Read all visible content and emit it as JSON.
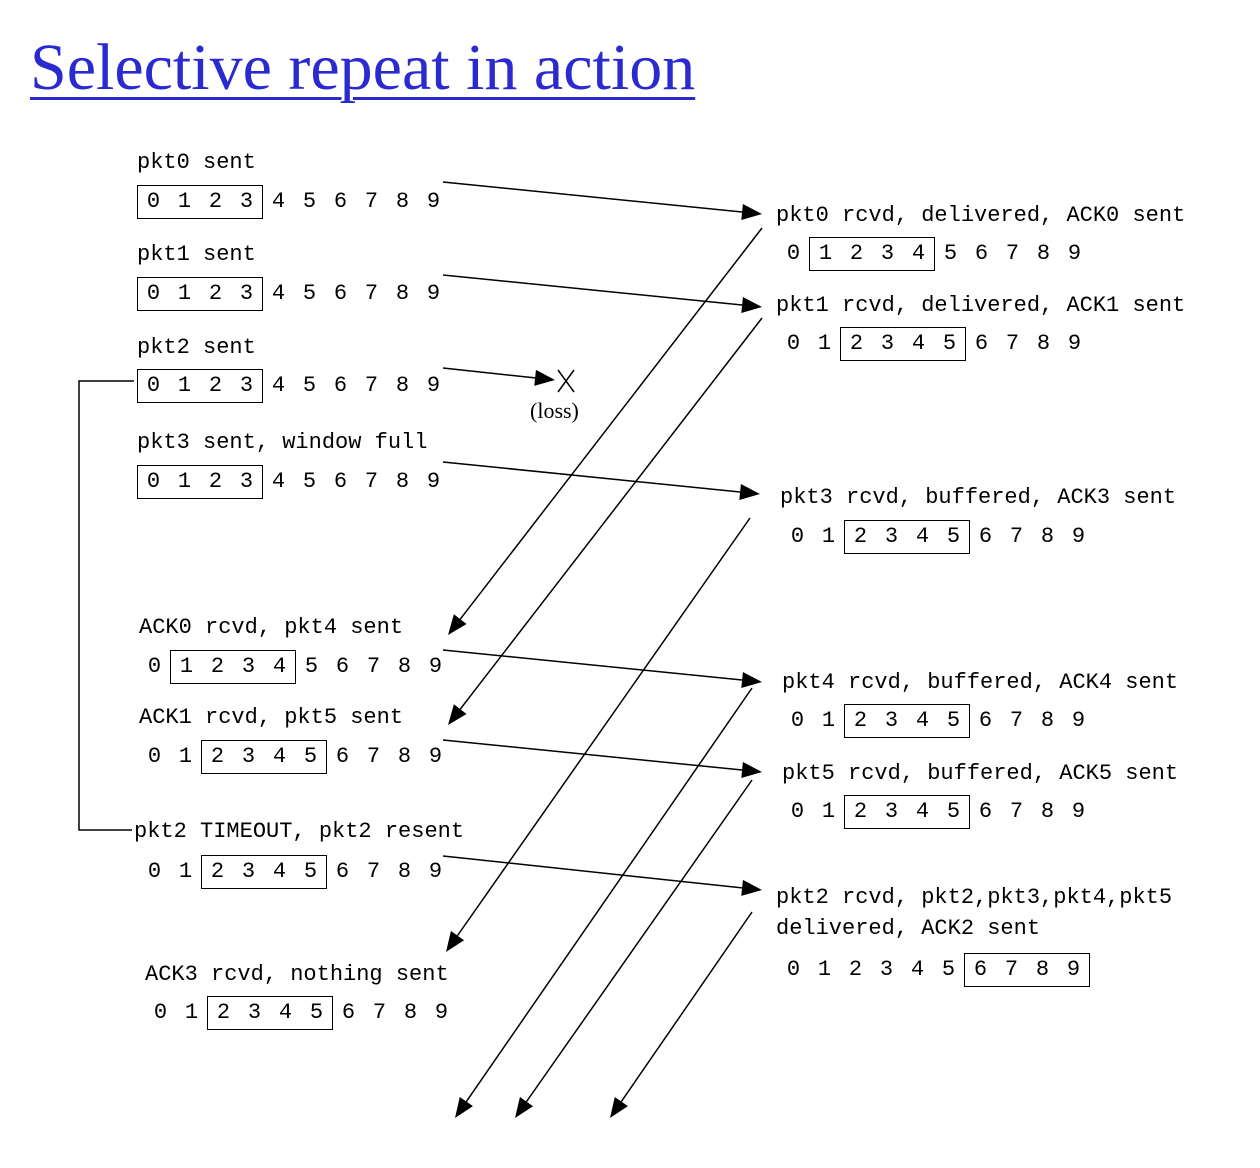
{
  "title": "Selective repeat in action",
  "sender": [
    {
      "label": "pkt0 sent",
      "seq": [
        "0",
        "1",
        "2",
        "3",
        "4",
        "5",
        "6",
        "7",
        "8",
        "9"
      ],
      "window": [
        0,
        3
      ]
    },
    {
      "label": "pkt1 sent",
      "seq": [
        "0",
        "1",
        "2",
        "3",
        "4",
        "5",
        "6",
        "7",
        "8",
        "9"
      ],
      "window": [
        0,
        3
      ]
    },
    {
      "label": "pkt2 sent",
      "seq": [
        "0",
        "1",
        "2",
        "3",
        "4",
        "5",
        "6",
        "7",
        "8",
        "9"
      ],
      "window": [
        0,
        3
      ]
    },
    {
      "label": "pkt3 sent, window full",
      "seq": [
        "0",
        "1",
        "2",
        "3",
        "4",
        "5",
        "6",
        "7",
        "8",
        "9"
      ],
      "window": [
        0,
        3
      ]
    },
    {
      "label": "ACK0 rcvd, pkt4 sent",
      "seq": [
        "0",
        "1",
        "2",
        "3",
        "4",
        "5",
        "6",
        "7",
        "8",
        "9"
      ],
      "window": [
        1,
        4
      ]
    },
    {
      "label": "ACK1 rcvd, pkt5 sent",
      "seq": [
        "0",
        "1",
        "2",
        "3",
        "4",
        "5",
        "6",
        "7",
        "8",
        "9"
      ],
      "window": [
        2,
        5
      ]
    },
    {
      "label": "pkt2 TIMEOUT, pkt2 resent",
      "seq": [
        "0",
        "1",
        "2",
        "3",
        "4",
        "5",
        "6",
        "7",
        "8",
        "9"
      ],
      "window": [
        2,
        5
      ]
    },
    {
      "label": "ACK3 rcvd, nothing sent",
      "seq": [
        "0",
        "1",
        "2",
        "3",
        "4",
        "5",
        "6",
        "7",
        "8",
        "9"
      ],
      "window": [
        2,
        5
      ]
    }
  ],
  "receiver": [
    {
      "label": "pkt0 rcvd, delivered, ACK0 sent",
      "label2": "",
      "seq": [
        "0",
        "1",
        "2",
        "3",
        "4",
        "5",
        "6",
        "7",
        "8",
        "9"
      ],
      "window": [
        1,
        4
      ]
    },
    {
      "label": "pkt1 rcvd, delivered, ACK1 sent",
      "label2": "",
      "seq": [
        "0",
        "1",
        "2",
        "3",
        "4",
        "5",
        "6",
        "7",
        "8",
        "9"
      ],
      "window": [
        2,
        5
      ]
    },
    {
      "label": "pkt3 rcvd, buffered, ACK3 sent",
      "label2": "",
      "seq": [
        "0",
        "1",
        "2",
        "3",
        "4",
        "5",
        "6",
        "7",
        "8",
        "9"
      ],
      "window": [
        2,
        5
      ]
    },
    {
      "label": "pkt4 rcvd, buffered, ACK4 sent",
      "label2": "",
      "seq": [
        "0",
        "1",
        "2",
        "3",
        "4",
        "5",
        "6",
        "7",
        "8",
        "9"
      ],
      "window": [
        2,
        5
      ]
    },
    {
      "label": "pkt5 rcvd, buffered, ACK5 sent",
      "label2": "",
      "seq": [
        "0",
        "1",
        "2",
        "3",
        "4",
        "5",
        "6",
        "7",
        "8",
        "9"
      ],
      "window": [
        2,
        5
      ]
    },
    {
      "label": "pkt2 rcvd, pkt2,pkt3,pkt4,pkt5",
      "label2": "delivered, ACK2 sent",
      "seq": [
        "0",
        "1",
        "2",
        "3",
        "4",
        "5",
        "6",
        "7",
        "8",
        "9"
      ],
      "window": [
        6,
        9
      ]
    }
  ],
  "loss_label": "(loss)"
}
